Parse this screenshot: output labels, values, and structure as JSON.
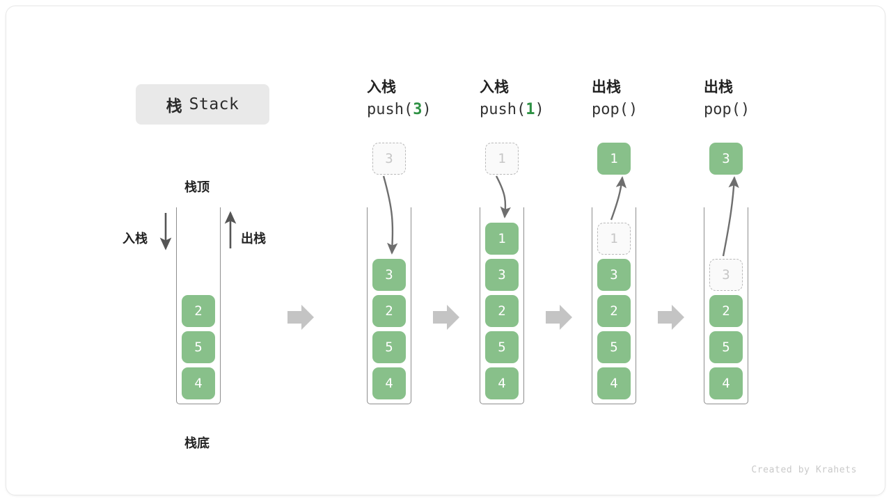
{
  "title": {
    "cn": "栈",
    "en": "Stack"
  },
  "labels": {
    "top": "栈顶",
    "bottom": "栈底",
    "push_side": "入栈",
    "pop_side": "出栈"
  },
  "colors": {
    "element": "#88c08a",
    "ghost_text": "#c6c6c6",
    "arrow": "#6e6e6e",
    "step_arrow": "#c4c4c4",
    "accent_arg": "#2e9144",
    "badge_bg": "#e9e9e9"
  },
  "initial_stack": {
    "name": "stack-initial",
    "cells": [
      "2",
      "5",
      "4"
    ]
  },
  "stages": [
    {
      "name": "stage-push-3",
      "op_cn": "入栈",
      "op_code_prefix": "push(",
      "op_arg": "3",
      "op_code_suffix": ")",
      "op_kind": "push",
      "floating": {
        "value": "3",
        "style": "ghost"
      },
      "cells": [
        "3",
        "2",
        "5",
        "4"
      ],
      "ghost_index": -1
    },
    {
      "name": "stage-push-1",
      "op_cn": "入栈",
      "op_code_prefix": "push(",
      "op_arg": "1",
      "op_code_suffix": ")",
      "op_kind": "push",
      "floating": {
        "value": "1",
        "style": "ghost"
      },
      "cells": [
        "1",
        "3",
        "2",
        "5",
        "4"
      ],
      "ghost_index": -1
    },
    {
      "name": "stage-pop-1",
      "op_cn": "出栈",
      "op_code_prefix": "pop(",
      "op_arg": "",
      "op_code_suffix": ")",
      "op_kind": "pop",
      "floating": {
        "value": "1",
        "style": "filled"
      },
      "cells": [
        "1",
        "3",
        "2",
        "5",
        "4"
      ],
      "ghost_index": 0
    },
    {
      "name": "stage-pop-3",
      "op_cn": "出栈",
      "op_code_prefix": "pop(",
      "op_arg": "",
      "op_code_suffix": ")",
      "op_kind": "pop",
      "floating": {
        "value": "3",
        "style": "filled"
      },
      "cells": [
        "3",
        "2",
        "5",
        "4"
      ],
      "ghost_index": 0
    }
  ],
  "footer": "Created by Krahets"
}
